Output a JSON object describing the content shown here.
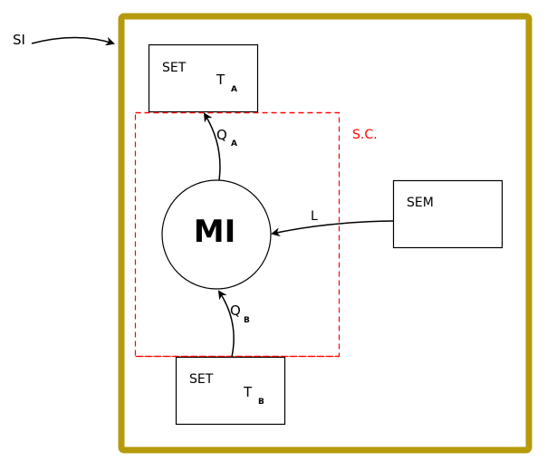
{
  "diagram": {
    "system_label": "SI",
    "control_region_label": "S.C.",
    "central_node": {
      "label": "MI"
    },
    "boxes": {
      "set_a": {
        "label": "SET",
        "sub_main": "T",
        "sub_index": "A"
      },
      "sem": {
        "label": "SEM"
      },
      "set_b": {
        "label": "SET",
        "sub_main": "T",
        "sub_index": "B"
      }
    },
    "flows": {
      "qa": {
        "main": "Q",
        "index": "A"
      },
      "qb": {
        "main": "Q",
        "index": "B"
      },
      "l": {
        "main": "L"
      }
    },
    "colors": {
      "frame": "#b59a0c",
      "control_region": "#ff0000",
      "stroke": "#000000"
    }
  }
}
